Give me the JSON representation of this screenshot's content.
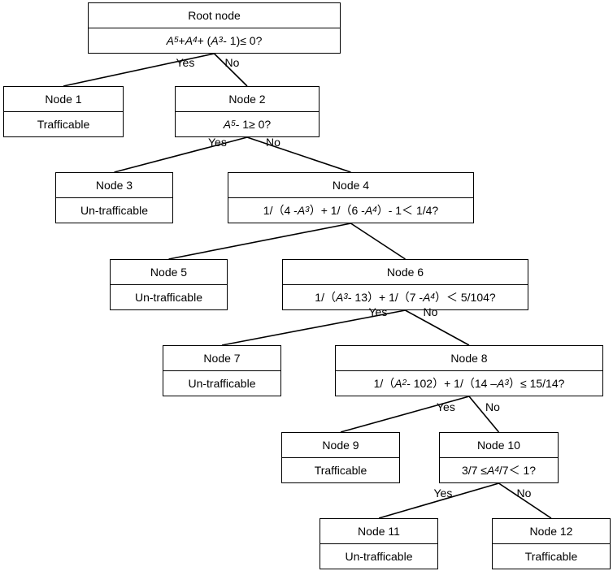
{
  "nodes": [
    {
      "id": "root",
      "title": "Root node",
      "body": [
        [
          "i",
          "A"
        ],
        [
          "sub",
          "5"
        ],
        [
          "t",
          " + "
        ],
        [
          "i",
          "A"
        ],
        [
          "sub",
          "4"
        ],
        [
          "t",
          "+ ("
        ],
        [
          "i",
          "A"
        ],
        [
          "sub",
          "3"
        ],
        [
          "t",
          " - 1)≤ 0?"
        ]
      ]
    },
    {
      "id": "node1",
      "title": "Node 1",
      "body": [
        [
          "t",
          "Trafficable"
        ]
      ]
    },
    {
      "id": "node2",
      "title": "Node 2",
      "body": [
        [
          "i",
          "A"
        ],
        [
          "sub",
          "5"
        ],
        [
          "t",
          " - 1≥ 0?"
        ]
      ]
    },
    {
      "id": "node3",
      "title": "Node 3",
      "body": [
        [
          "t",
          "Un-trafficable"
        ]
      ]
    },
    {
      "id": "node4",
      "title": "Node 4",
      "body": [
        [
          "t",
          "1/（4 - "
        ],
        [
          "i",
          "A"
        ],
        [
          "sub",
          "3"
        ],
        [
          "t",
          "）+ 1/（6 - "
        ],
        [
          "i",
          "A"
        ],
        [
          "sub",
          "4"
        ],
        [
          "t",
          "）- 1＜ 1/4?"
        ]
      ]
    },
    {
      "id": "node5",
      "title": "Node 5",
      "body": [
        [
          "t",
          "Un-trafficable"
        ]
      ]
    },
    {
      "id": "node6",
      "title": "Node 6",
      "body": [
        [
          "t",
          "1/（"
        ],
        [
          "i",
          "A"
        ],
        [
          "sub",
          "3"
        ],
        [
          "t",
          " - 13）+ 1/（7 - "
        ],
        [
          "i",
          "A"
        ],
        [
          "sub",
          "4"
        ],
        [
          "t",
          "）＜ 5/104?"
        ]
      ]
    },
    {
      "id": "node7",
      "title": "Node 7",
      "body": [
        [
          "t",
          "Un-trafficable"
        ]
      ]
    },
    {
      "id": "node8",
      "title": "Node 8",
      "body": [
        [
          "t",
          "1/（"
        ],
        [
          "i",
          "A"
        ],
        [
          "sub",
          "2"
        ],
        [
          "t",
          " - 102）+ 1/（14 – "
        ],
        [
          "i",
          "A"
        ],
        [
          "sub",
          "3"
        ],
        [
          "t",
          "）≤ 15/14?"
        ]
      ]
    },
    {
      "id": "node9",
      "title": "Node 9",
      "body": [
        [
          "t",
          "Trafficable"
        ]
      ]
    },
    {
      "id": "node10",
      "title": "Node 10",
      "body": [
        [
          "t",
          "3/7 ≤ "
        ],
        [
          "i",
          "A"
        ],
        [
          "sub",
          "4"
        ],
        [
          "t",
          "/7＜ 1?"
        ]
      ]
    },
    {
      "id": "node11",
      "title": "Node 11",
      "body": [
        [
          "t",
          "Un-trafficable"
        ]
      ]
    },
    {
      "id": "node12",
      "title": "Node 12",
      "body": [
        [
          "t",
          "Trafficable"
        ]
      ]
    }
  ],
  "edges": [
    {
      "from": "root",
      "to": "node1",
      "label": "Yes"
    },
    {
      "from": "root",
      "to": "node2",
      "label": "No"
    },
    {
      "from": "node2",
      "to": "node3",
      "label": "Yes"
    },
    {
      "from": "node2",
      "to": "node4",
      "label": "No"
    },
    {
      "from": "node4",
      "to": "node5",
      "label": ""
    },
    {
      "from": "node4",
      "to": "node6",
      "label": ""
    },
    {
      "from": "node6",
      "to": "node7",
      "label": "Yes"
    },
    {
      "from": "node6",
      "to": "node8",
      "label": "No"
    },
    {
      "from": "node8",
      "to": "node9",
      "label": "Yes"
    },
    {
      "from": "node8",
      "to": "node10",
      "label": "No"
    },
    {
      "from": "node10",
      "to": "node11",
      "label": "Yes"
    },
    {
      "from": "node10",
      "to": "node12",
      "label": "No"
    }
  ]
}
